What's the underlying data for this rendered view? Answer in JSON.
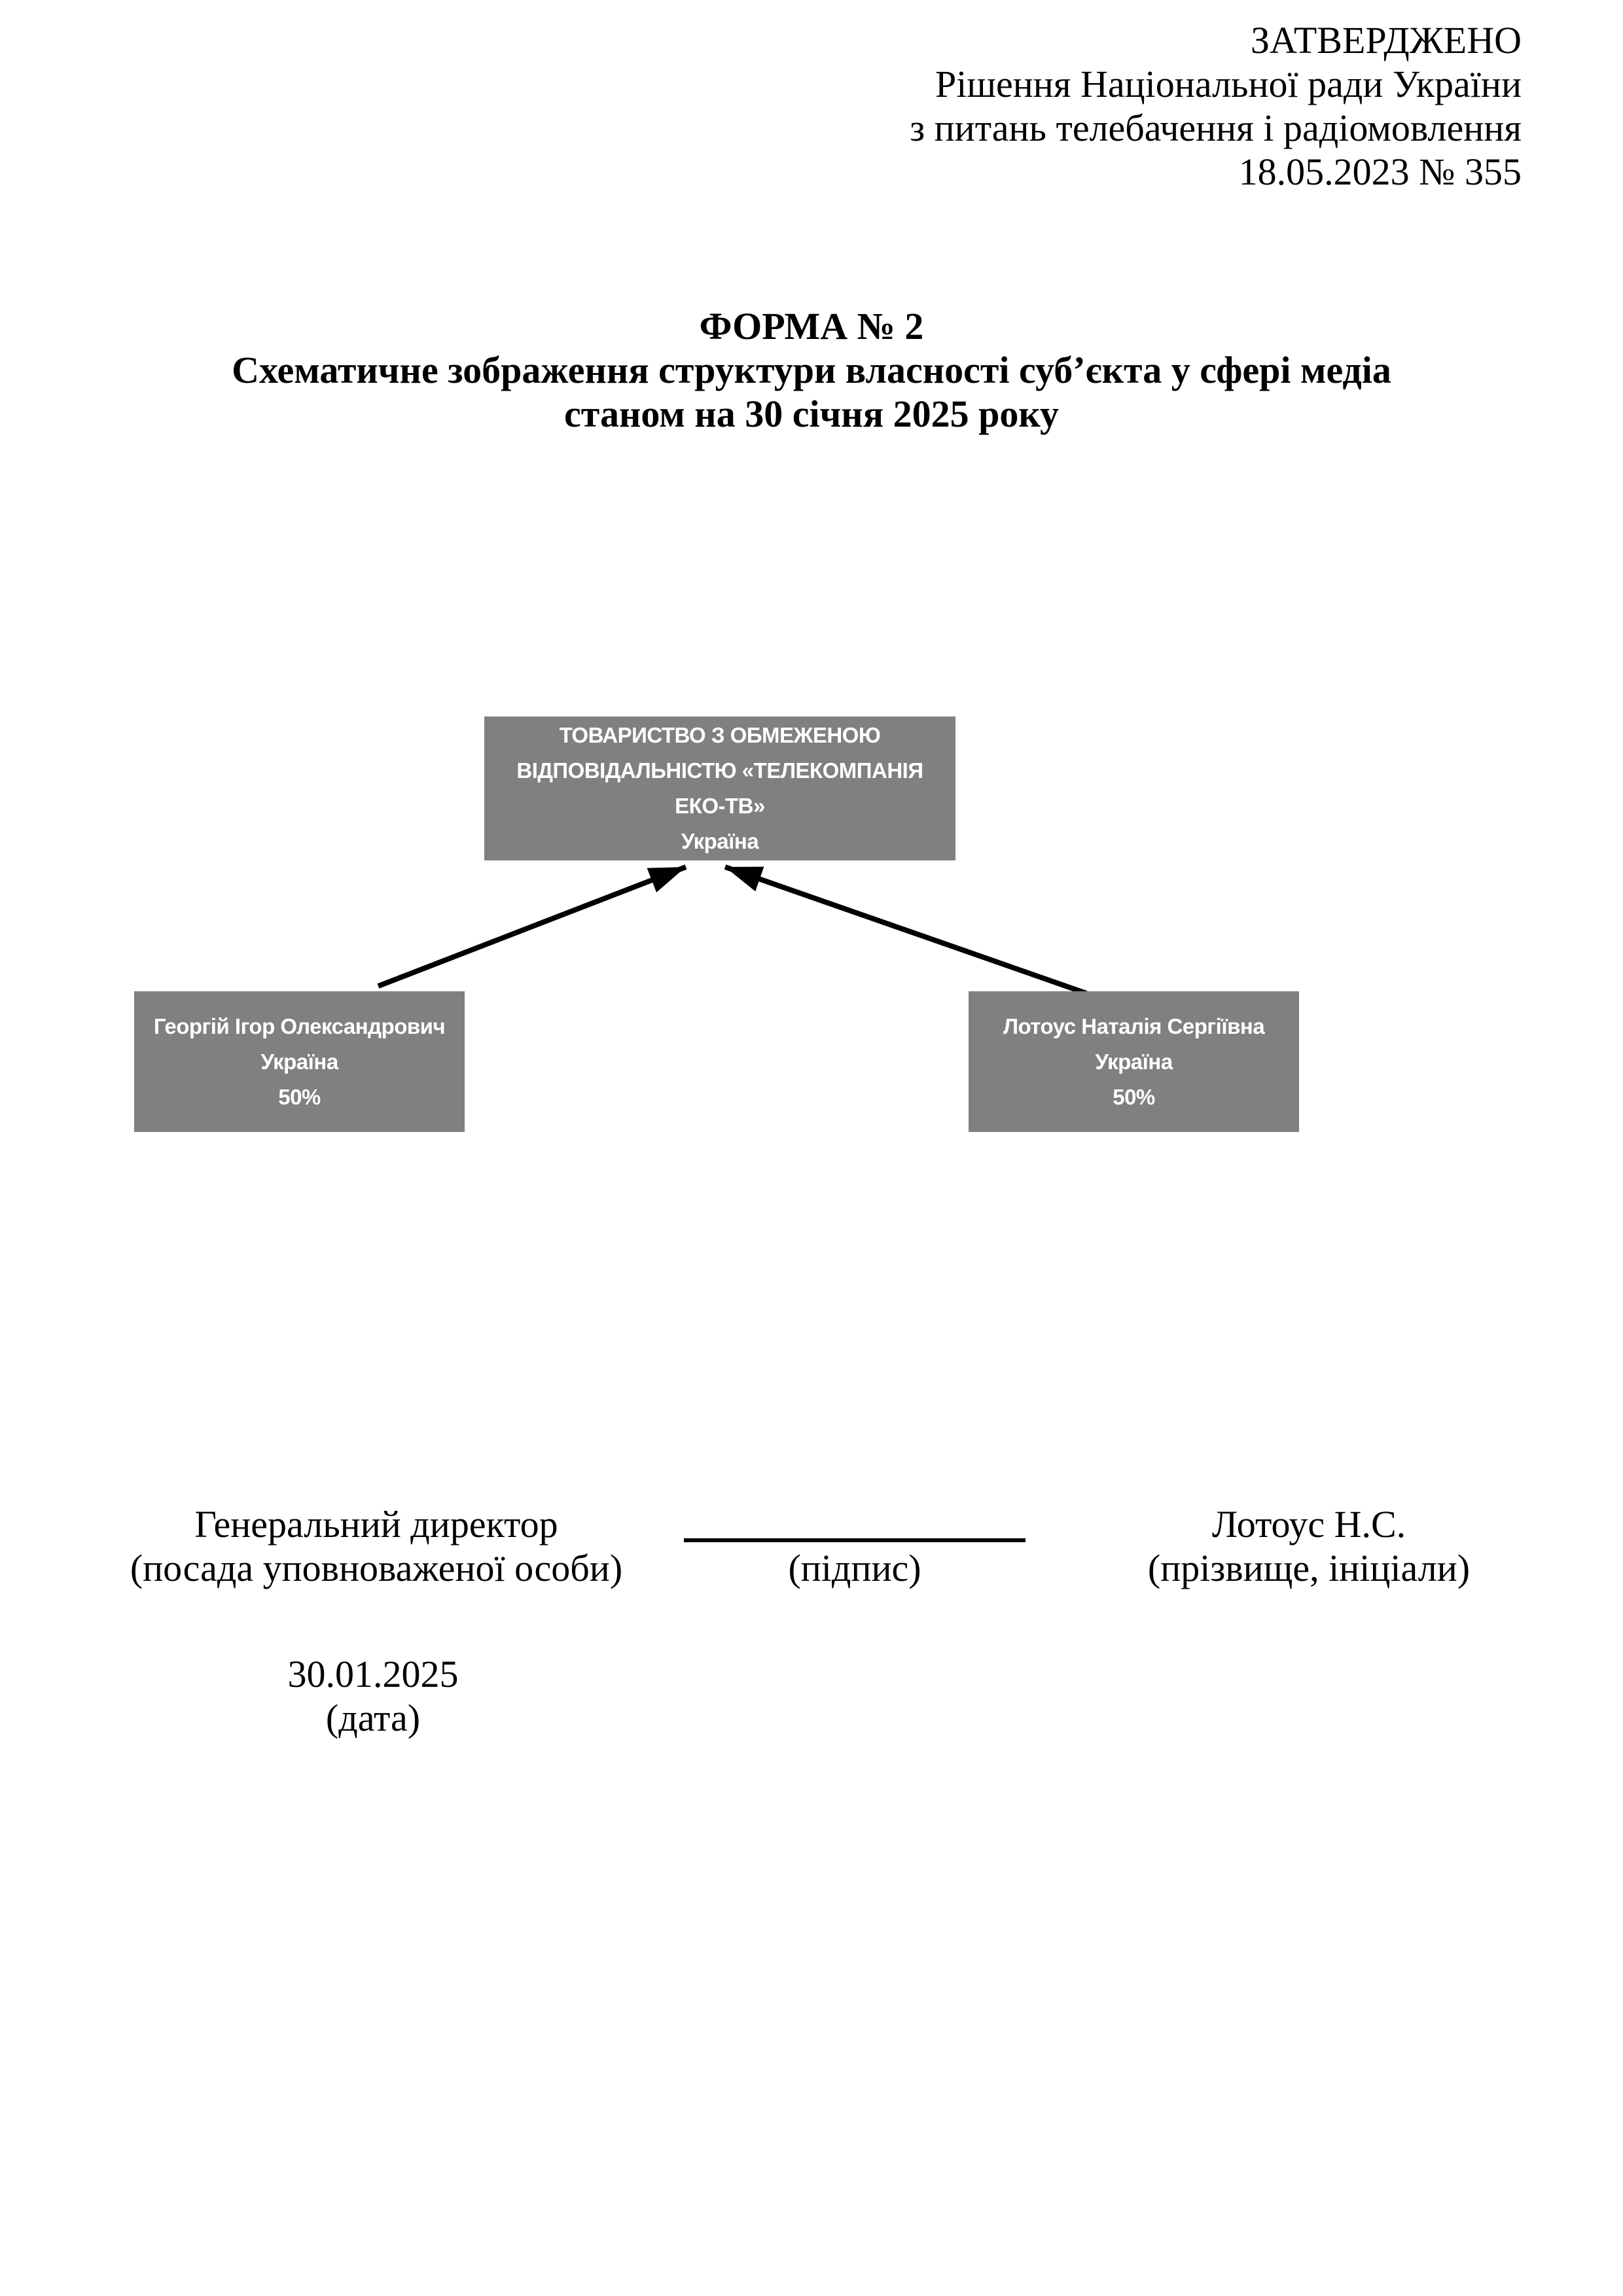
{
  "approval": {
    "lines": [
      "ЗАТВЕРДЖЕНО",
      "Рішення Національної ради України",
      "з питань телебачення і радіомовлення",
      "18.05.2023 № 355"
    ]
  },
  "title": {
    "lines": [
      "ФОРМА № 2",
      "Схематичне зображення структури власності суб’єкта у сфері медіа",
      "станом на 30 січня 2025 року"
    ]
  },
  "diagram": {
    "colors": {
      "box_fill": "#808080",
      "box_text": "#ffffff",
      "arrow": "#000000",
      "page_bg": "#ffffff",
      "text": "#000000"
    },
    "company": {
      "name": "ТОВАРИСТВО З ОБМЕЖЕНОЮ ВІДПОВІДАЛЬНІСТЮ «ТЕЛЕКОМПАНІЯ ЕКО-ТВ»",
      "country": "Україна"
    },
    "owners": [
      {
        "name": "Георгій Ігор Олександрович",
        "country": "Україна",
        "share": "50%"
      },
      {
        "name": "Лотоус Наталія Сергіївна",
        "country": "Україна",
        "share": "50%"
      }
    ]
  },
  "signature": {
    "position": "Генеральний директор",
    "position_caption": "(посада уповноваженої особи)",
    "signature_caption": "(підпис)",
    "name": "Лотоус Н.С.",
    "name_caption": "(прізвище, ініціали)",
    "date": "30.01.2025",
    "date_caption": "(дата)"
  }
}
